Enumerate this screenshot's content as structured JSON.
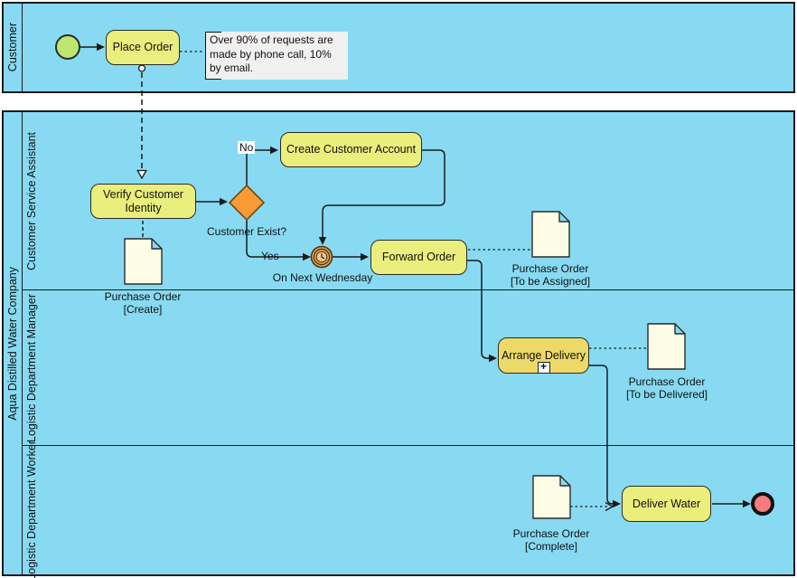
{
  "diagram": {
    "pools": [
      {
        "name": "Customer"
      },
      {
        "name": "Aqua Distilled Water Company",
        "lanes": [
          "Customer Service Assistant",
          "Logistic Department Manager",
          "Logistic Department Worker"
        ]
      }
    ],
    "tasks": {
      "place_order": {
        "label": "Place Order"
      },
      "verify_customer_identity": {
        "label": "Verify Customer Identity"
      },
      "create_customer_account": {
        "label": "Create Customer Account"
      },
      "forward_order": {
        "label": "Forward Order"
      },
      "arrange_delivery": {
        "label": "Arrange Delivery",
        "marker": "+"
      },
      "deliver_water": {
        "label": "Deliver Water"
      }
    },
    "gateway": {
      "label": "Customer Exist?",
      "no_label": "No",
      "yes_label": "Yes"
    },
    "events": {
      "timer_label": "On Next Wednesday"
    },
    "annotation": {
      "text": "Over 90% of requests are made by phone call, 10% by email."
    },
    "documents": {
      "create": {
        "title": "Purchase Order",
        "state": "[Create]"
      },
      "to_be_assigned": {
        "title": "Purchase Order",
        "state": "[To be Assigned]"
      },
      "to_be_delivered": {
        "title": "Purchase Order",
        "state": "[To be Delivered]"
      },
      "complete": {
        "title": "Purchase Order",
        "state": "[Complete]"
      }
    },
    "colors": {
      "pool_fill": "#87DAF1",
      "task_fill": "#E9EE7C",
      "subprocess_task_fill": "#EDD968",
      "gateway_fill": "#F89B35",
      "start_event_fill": "#BDE66F",
      "end_event_fill": "#F47C7C",
      "timer_event_fill": "#DFA057",
      "document_fill": "#FDFDE6",
      "annotation_fill": "#F0F0F0"
    }
  }
}
